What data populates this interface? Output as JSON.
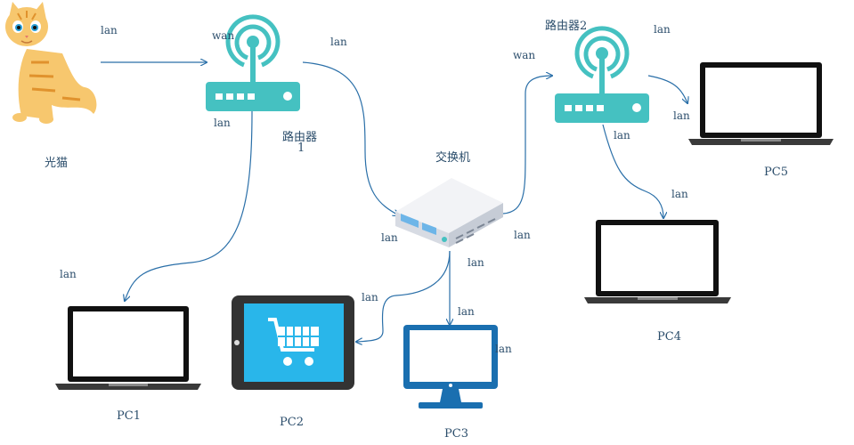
{
  "nodes": {
    "modem": "光猫",
    "router1_line1": "路由器",
    "router1_line2": "1",
    "router2": "路由器2",
    "switch": "交换机",
    "pc1": "PC1",
    "pc2": "PC2",
    "pc3": "PC3",
    "pc4": "PC4",
    "pc5": "PC5"
  },
  "links": {
    "modem_lan": "lan",
    "router1_wan": "wan",
    "router1_lan_up": "lan",
    "router1_lan_down": "lan",
    "pc1_lan": "lan",
    "switch_lan_left": "lan",
    "switch_lan_right": "lan",
    "switch_lan_down": "lan",
    "pc2_lan": "lan",
    "pc3_lan_a": "lan",
    "pc3_lan_b": "lan",
    "router2_wan": "wan",
    "router2_lan_top": "lan",
    "router2_lan_right": "lan",
    "router2_lan_down": "lan",
    "pc4_lan": "lan"
  },
  "colors": {
    "wire": "#2a6fa8",
    "router": "#45c1c1",
    "laptop": "#111111",
    "tablet_screen": "#29b6ea",
    "monitor": "#1a6fb0",
    "cat": "#f5c56b"
  }
}
